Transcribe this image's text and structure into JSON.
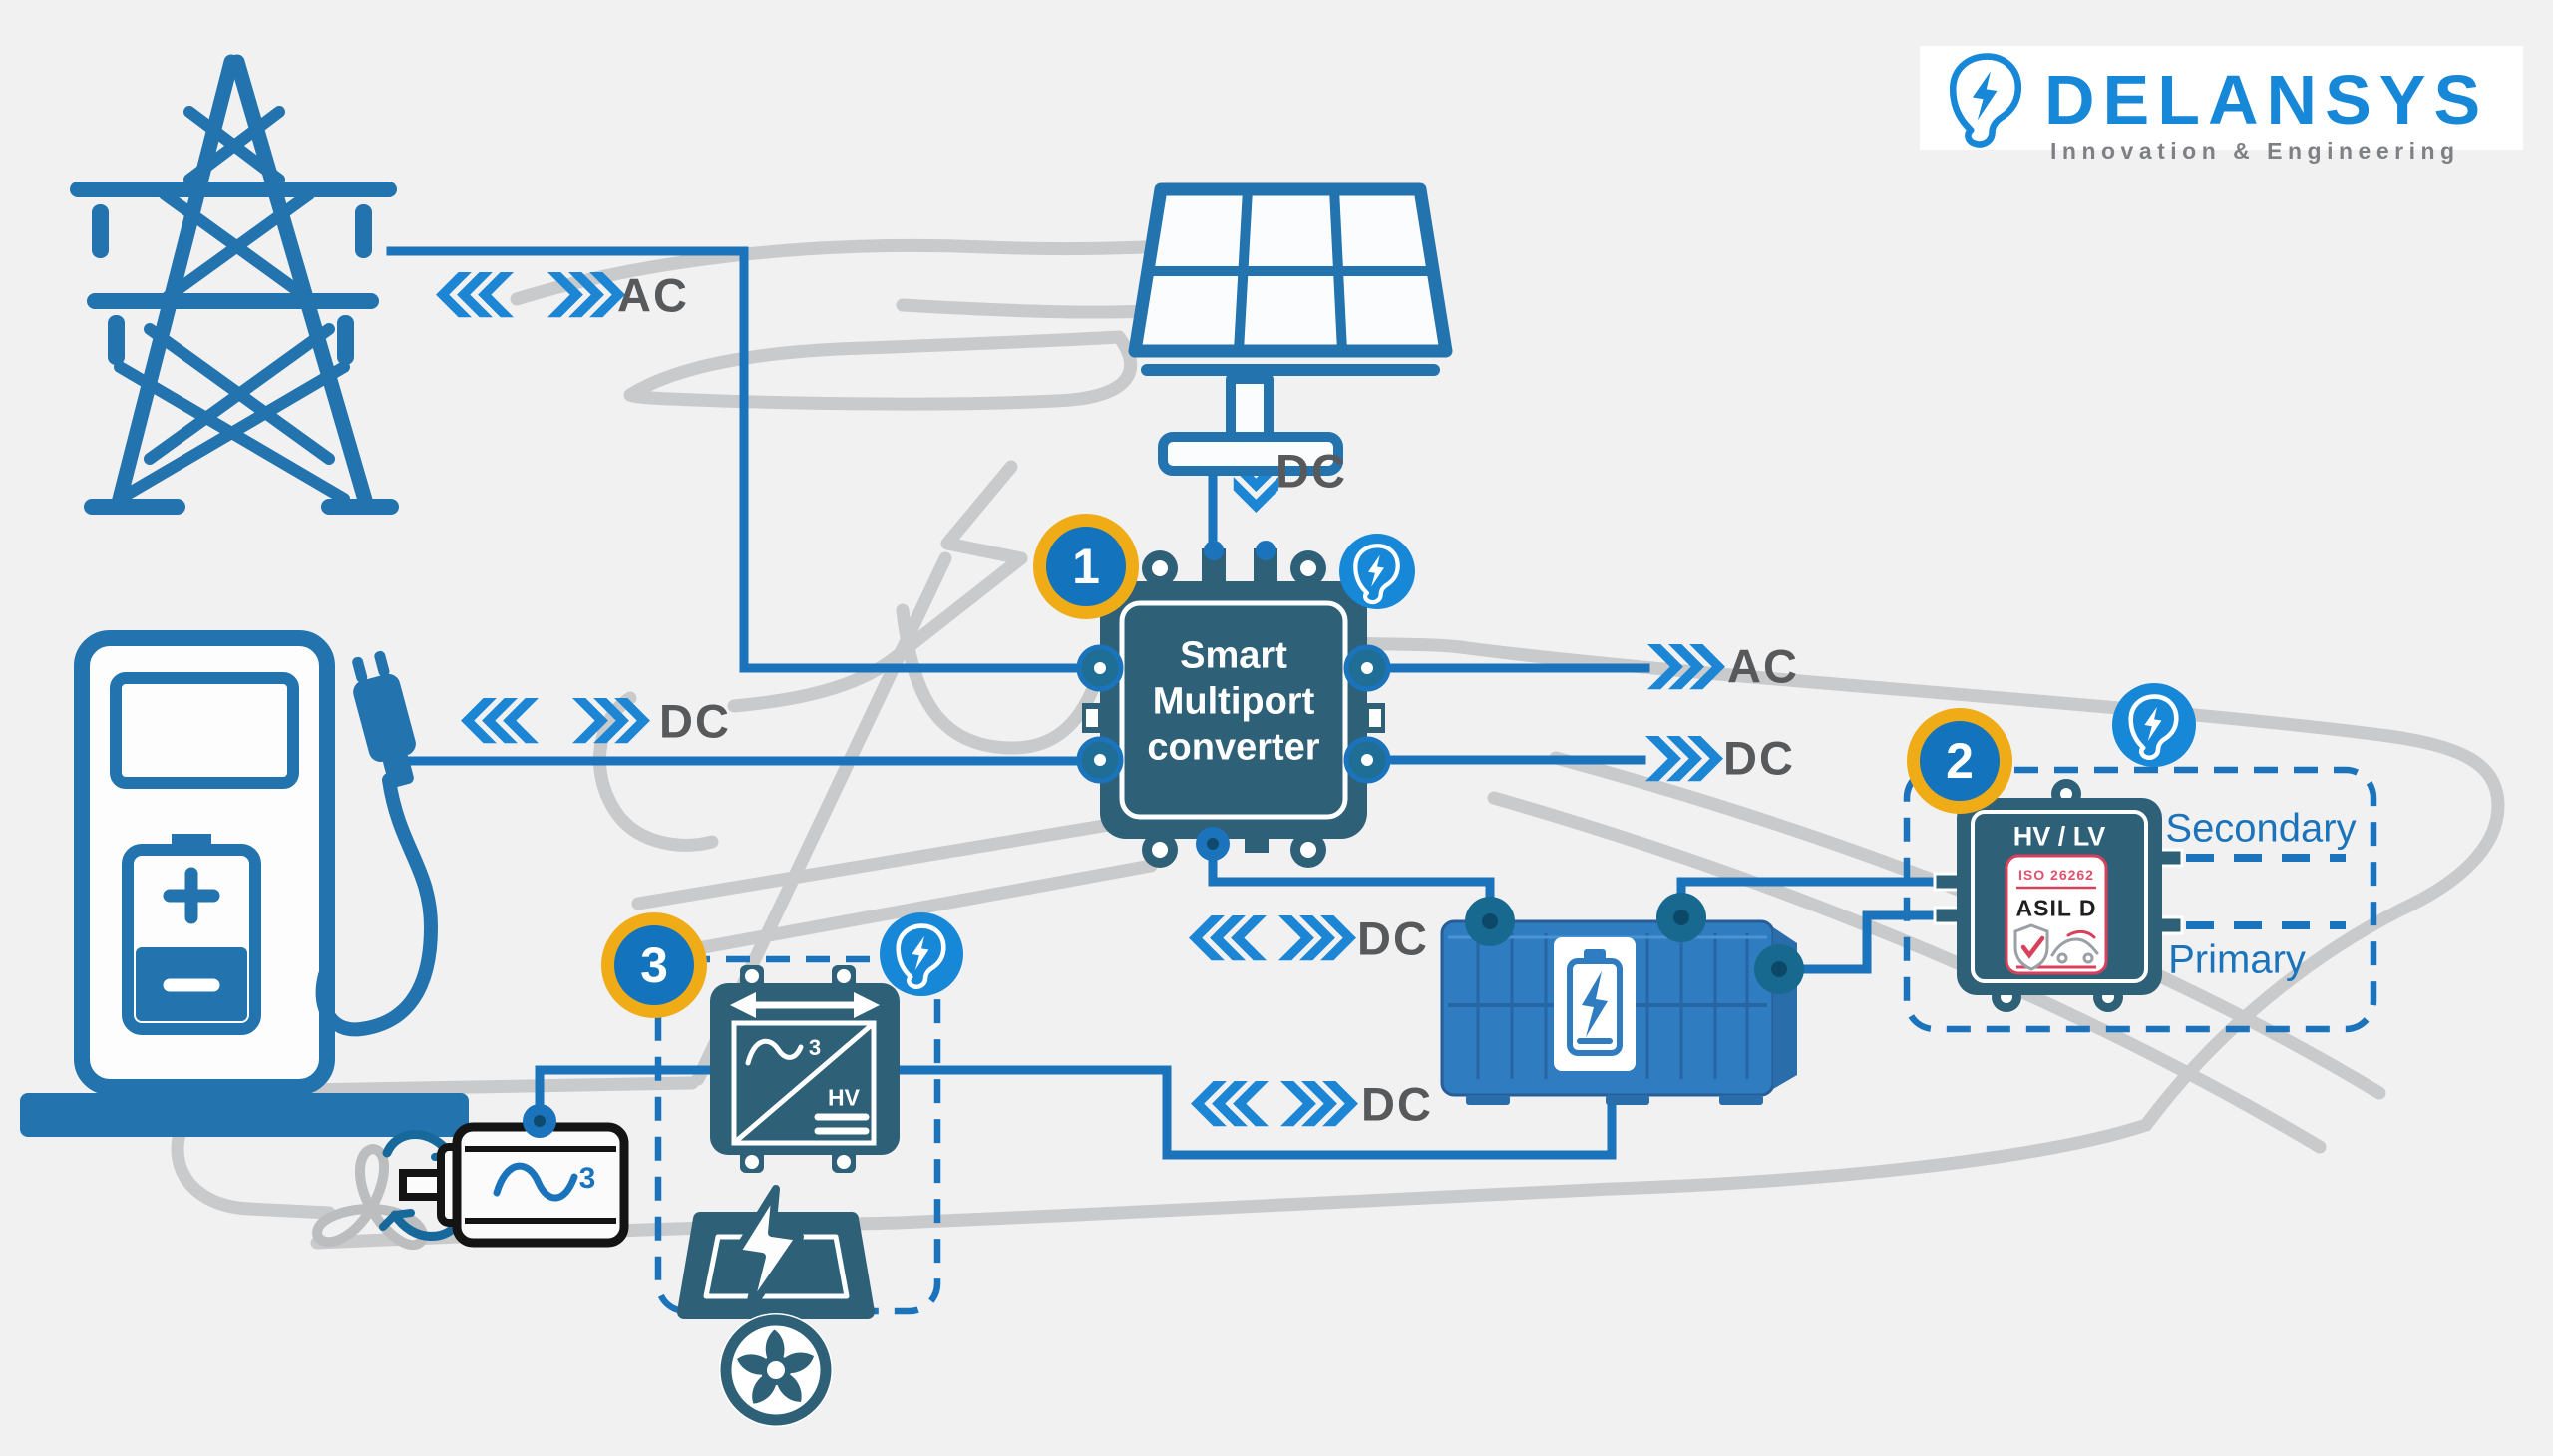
{
  "page": {
    "background": "#f1f1f2"
  },
  "logo": {
    "name": "DELANSYS",
    "tagline": "Innovation & Engineering"
  },
  "badges": {
    "converter": "1",
    "hvlv": "2",
    "drive": "3"
  },
  "converter": {
    "line1": "Smart",
    "line2": "Multiport",
    "line3": "converter"
  },
  "hvlv": {
    "title": "HV / LV",
    "standard": "ISO 26262",
    "level": "ASIL D",
    "secondary": "Secondary",
    "primary": "Primary"
  },
  "inverter": {
    "hv_label": "HV",
    "phase_count": "3"
  },
  "motor": {
    "phase_count": "3"
  },
  "flows": {
    "grid": "AC",
    "charger": "DC",
    "solar": "DC",
    "ac_output": "AC",
    "dc_output": "DC",
    "battery": "DC",
    "drive": "DC"
  },
  "colors": {
    "accent_blue": "#1b74bb",
    "chevron_blue": "#1c86d4",
    "device_teal": "#2e6077",
    "badge_yellow": "#f0ac17",
    "badge_blue": "#1373bd",
    "label_gray": "#58595b",
    "boat_gray": "#c9cacb",
    "brand_blue": "#1787d8",
    "asil_red": "#d8405c",
    "battery_blue": "#2f7cc0"
  }
}
